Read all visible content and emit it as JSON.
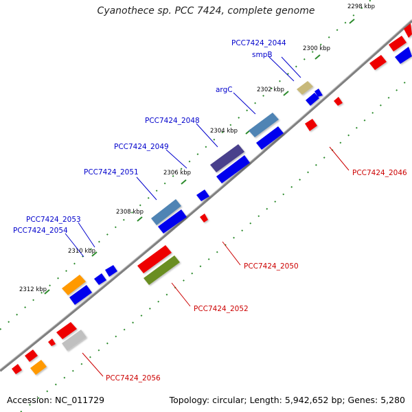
{
  "title": "Cyanothece sp. PCC 7424, complete genome",
  "footer": {
    "accession": "Accession: NC_011729",
    "topology": "Topology: circular; Length: 5,942,652 bp; Genes: 5,280"
  },
  "ticks": [
    "2298 kbp",
    "2300 kbp",
    "2302 kbp",
    "2304 kbp",
    "2306 kbp",
    "2308 kbp",
    "2310 kbp",
    "2312 kbp"
  ],
  "forward_labels": [
    "PCC7424_2044",
    "smpB",
    "argC",
    "PCC7424_2048",
    "PCC7424_2049",
    "PCC7424_2051",
    "PCC7424_2053",
    "PCC7424_2054"
  ],
  "reverse_labels": [
    "PCC7424_2046",
    "PCC7424_2050",
    "PCC7424_2052",
    "PCC7424_2056"
  ],
  "colors": {
    "backbone": "#777777",
    "forward_label": "#0000cc",
    "reverse_label": "#cc0000",
    "cds_forward": "#0000ee",
    "cds_reverse": "#ee0000",
    "tick": "#2a8a2a"
  }
}
